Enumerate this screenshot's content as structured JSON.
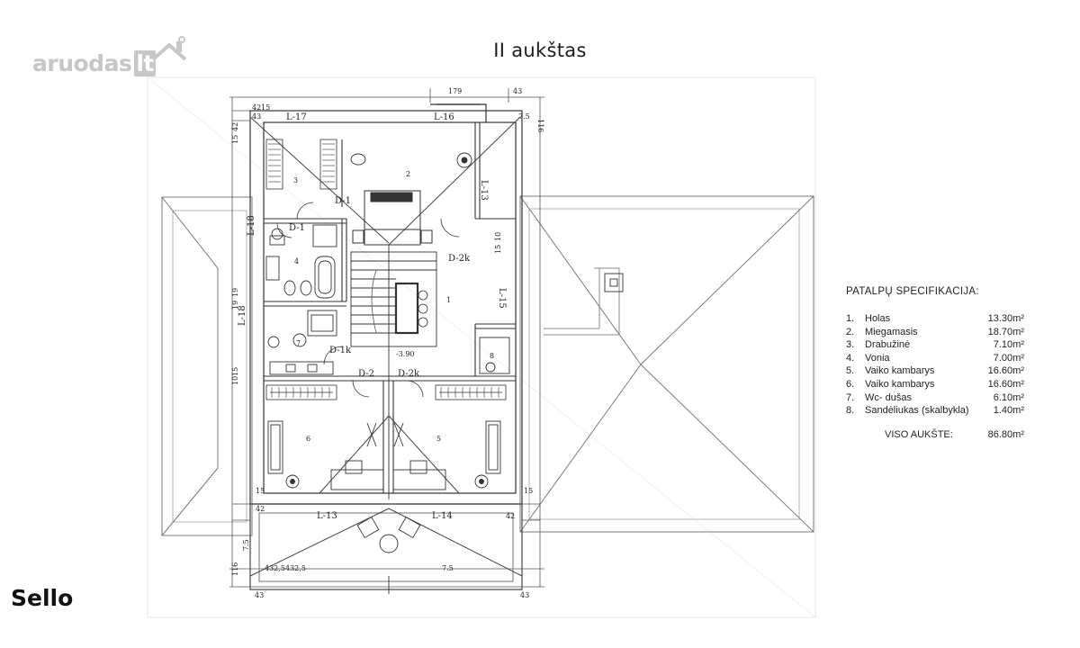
{
  "header": {
    "title": "II aukštas"
  },
  "watermark": {
    "text": "aruodas",
    "suffix": "lt"
  },
  "brand": {
    "name": "Sello"
  },
  "plan": {
    "room_numbers": [
      "1",
      "2",
      "3",
      "4",
      "5",
      "6",
      "7",
      "8"
    ],
    "window_labels": [
      "L-17",
      "L-16",
      "L-13",
      "L-18",
      "L-15",
      "L-18",
      "L-13",
      "L-14"
    ],
    "door_labels": [
      "D-1",
      "D-1",
      "D-2k",
      "D-1k",
      "D-2",
      "D-2k"
    ],
    "dimensions": [
      "179",
      "43",
      "42",
      "15",
      "43",
      "15",
      "42",
      "7.5",
      "116",
      "10",
      "15",
      "19",
      "19",
      "15",
      "10",
      "7.5",
      "432,5",
      "432,5",
      "7.5",
      "116",
      "43",
      "43",
      "15",
      "42",
      "15",
      "42",
      "-3.90"
    ]
  },
  "spec": {
    "title": "PATALPŲ SPECIFIKACIJA:",
    "rows": [
      {
        "num": "1.",
        "name": "Holas",
        "area": "13.30m²"
      },
      {
        "num": "2.",
        "name": "Miegamasis",
        "area": "18.70m²"
      },
      {
        "num": "3.",
        "name": "Drabužinė",
        "area": "7.10m²"
      },
      {
        "num": "4.",
        "name": "Vonia",
        "area": "7.00m²"
      },
      {
        "num": "5.",
        "name": "Vaiko kambarys",
        "area": "16.60m²"
      },
      {
        "num": "6.",
        "name": "Vaiko kambarys",
        "area": "16.60m²"
      },
      {
        "num": "7.",
        "name": "Wc- dušas",
        "area": "6.10m²"
      },
      {
        "num": "8.",
        "name": "Sandėliukas (skalbykla)",
        "area": "1.40m²"
      }
    ],
    "total_label": "VISO AUKŠTE:",
    "total_area": "86.80m²"
  }
}
